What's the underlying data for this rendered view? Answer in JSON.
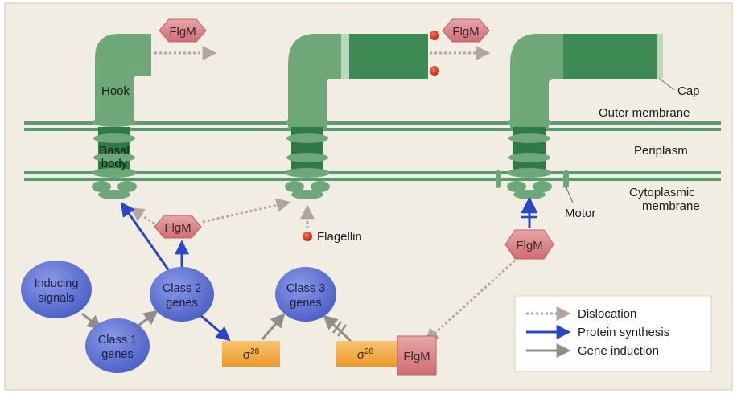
{
  "labels": {
    "flgm_top_1": "FlgM",
    "flgm_top_2": "FlgM",
    "hook": "Hook",
    "basal_body_line1": "Basal",
    "basal_body_line2": "body",
    "cap": "Cap",
    "outer_membrane": "Outer membrane",
    "periplasm": "Periplasm",
    "cytoplasmic_line1": "Cytoplasmic",
    "cytoplasmic_line2": "membrane",
    "motor": "Motor",
    "flgm_mid": "FlgM",
    "flagellin": "Flagellin",
    "flgm_right": "FlgM",
    "inducing_line1": "Inducing",
    "inducing_line2": "signals",
    "class1_line1": "Class 1",
    "class1_line2": "genes",
    "class2_line1": "Class 2",
    "class2_line2": "genes",
    "class3_line1": "Class 3",
    "class3_line2": "genes",
    "sigma_symbol": "σ",
    "sigma_sup": "28",
    "flgm_complex": "FlgM"
  },
  "legend": {
    "items": [
      {
        "label": "Dislocation",
        "style": "dotted",
        "color": "#b3a6a2"
      },
      {
        "label": "Protein synthesis",
        "style": "solid",
        "color": "#2a45c8"
      },
      {
        "label": "Gene induction",
        "style": "solid",
        "color": "#8e8f89"
      }
    ]
  },
  "colors": {
    "background": "#f2ede2",
    "membrane": "#5b9a6e",
    "flagellum": "#6fa878",
    "flagellum_dark": "#2f7a48",
    "flgm_fill": "#d7787c",
    "gene_fill": "#5b6fd0",
    "sigma_fill": "#f0a438",
    "protein_arrow": "#2a45c8",
    "induction_arrow": "#8e8f89",
    "dislocation_arrow": "#b3a6a2",
    "flagellin_dot": "#d42a1c"
  }
}
